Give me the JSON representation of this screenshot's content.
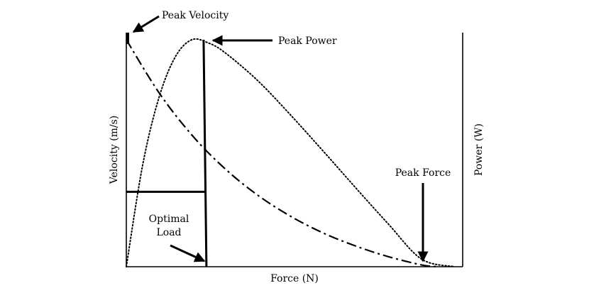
{
  "chart_data": {
    "type": "line",
    "title": "",
    "xlabel": "Force (N)",
    "ylabel_left": "Velocity (m/s)",
    "ylabel_right": "Power (W)",
    "axes_have_ticks": false,
    "grid": false,
    "xlim": [
      0,
      100
    ],
    "ylim": [
      0,
      100
    ],
    "series": [
      {
        "line_style": "dash-dot",
        "x": [
          0,
          10,
          20,
          30,
          40,
          50,
          60,
          70,
          80,
          90,
          95
        ],
        "y": [
          100,
          76.6,
          58.0,
          43.3,
          31.6,
          22.3,
          14.9,
          9.1,
          4.4,
          0.8,
          0
        ]
      },
      {
        "line_style": "dotted",
        "x": [
          0,
          5,
          10,
          15,
          20,
          25,
          30,
          40,
          50,
          60,
          70,
          80,
          90,
          100
        ],
        "y": [
          0,
          44.9,
          74.7,
          92.6,
          100,
          98.6,
          94.4,
          82.1,
          67.0,
          51.0,
          34.7,
          18.7,
          3.4,
          0
        ]
      }
    ],
    "reference_lines": {
      "optimal_load_force": 24,
      "optimal_load_velocity": 33
    },
    "annotations": [
      {
        "text": "Peak Velocity",
        "x": 0,
        "y": 100
      },
      {
        "text": "Peak Power",
        "x": 24,
        "y": 99
      },
      {
        "text": "Peak Force",
        "x": 94,
        "y": 0
      },
      {
        "text_lines": [
          "Optimal",
          "Load"
        ],
        "x": 24,
        "y": 0
      }
    ],
    "colors": {
      "line": "#000000",
      "background": "#ffffff"
    }
  }
}
